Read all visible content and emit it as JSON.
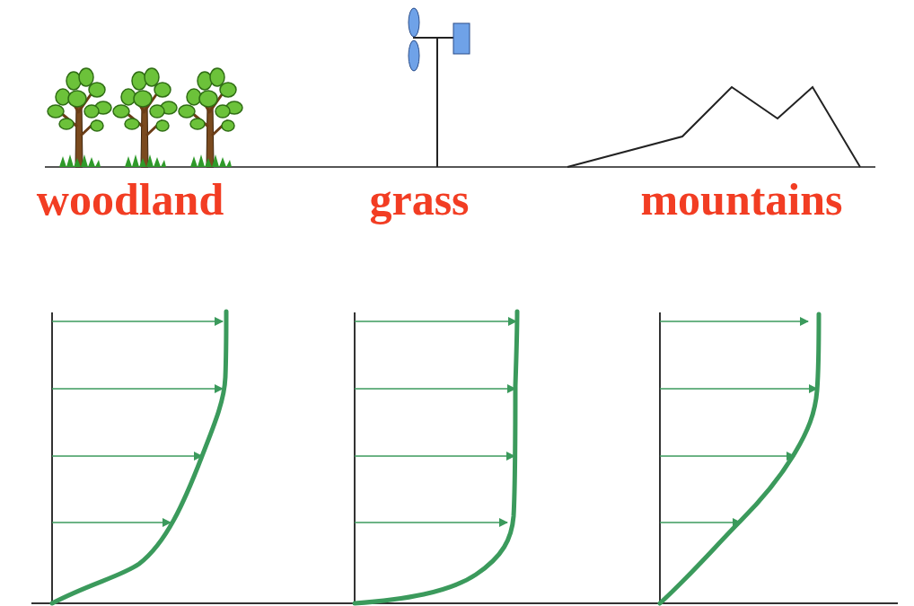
{
  "diagram": {
    "labels": [
      "woodland",
      "grass",
      "mountains"
    ]
  }
}
